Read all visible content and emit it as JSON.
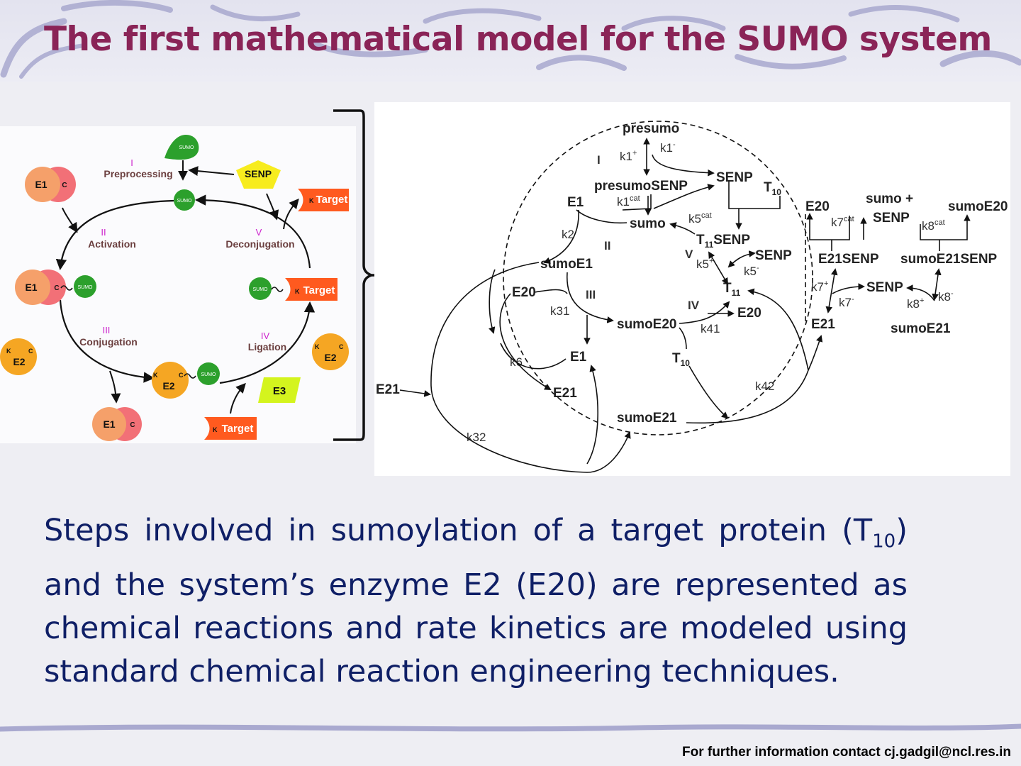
{
  "slide": {
    "title": "The first mathematical model for the SUMO system",
    "body_parts": [
      "Steps involved in sumoylation of a target protein (T",
      "10",
      ") and the system’s enzyme E2 (E20) are represented as chemical reactions and rate kinetics are modeled using standard chemical reaction engineering techniques."
    ],
    "footer": "For further information contact cj.gadgil@ncl.res.in"
  },
  "colors": {
    "title": "#8a2457",
    "body": "#0f1f66",
    "step_label": "#cc22cc",
    "e1": "#f5a06a",
    "c_domain": "#f27077",
    "e2": "#f5a623",
    "sumo": "#2ca02c",
    "senp": "#f7ec1e",
    "target": "#ff5a1f",
    "e3": "#d4f41e"
  },
  "left_diagram": {
    "steps": [
      {
        "num": "I",
        "name": "Preprocessing"
      },
      {
        "num": "II",
        "name": "Activation"
      },
      {
        "num": "III",
        "name": "Conjugation"
      },
      {
        "num": "IV",
        "name": "Ligation"
      },
      {
        "num": "V",
        "name": "Deconjugation"
      }
    ],
    "labels": {
      "sumo": "SUMO",
      "senp": "SENP",
      "e1": "E1",
      "e2": "E2",
      "e3": "E3",
      "c": "C",
      "k": "K",
      "target": "Target"
    }
  },
  "right_diagram": {
    "presumo": "presumo",
    "k1p": "k1",
    "k1p_sup": "+",
    "k1m": "k1",
    "k1m_sup": "-",
    "step1": "I",
    "presumoSENP": "presumoSENP",
    "senp": "SENP",
    "t": "T",
    "sub10": "10",
    "sub11": "11",
    "e1": "E1",
    "k1cat": "k1",
    "cat": "cat",
    "sumo": "sumo",
    "k5cat": "k5",
    "k2": "k2",
    "step2": "II",
    "t11senp": "SENP",
    "step5": "V",
    "k5p": "k5",
    "plus": "+",
    "k5m": "k5",
    "minus": "-",
    "sumoE1": "sumoE1",
    "e20": "E20",
    "step3": "III",
    "k31": "k31",
    "step4": "IV",
    "sumoE20": "sumoE20",
    "k41": "k41",
    "k6": "k6",
    "e21": "E21",
    "k42": "k42",
    "sumoE21": "sumoE21",
    "k32": "k32",
    "e20_r": "E20",
    "sumo_plus": "sumo +",
    "senp_r": "SENP",
    "sumoE20_r": "sumoE20",
    "k7cat": "k7",
    "k8cat": "k8",
    "e21senp": "E21SENP",
    "sumoE21senp": "sumoE21SENP",
    "k7p": "k7",
    "k7m": "k7",
    "k8p": "k8",
    "k8m": "k8",
    "senp_mid": "SENP",
    "e21_r": "E21",
    "sumoE21_r": "sumoE21"
  }
}
